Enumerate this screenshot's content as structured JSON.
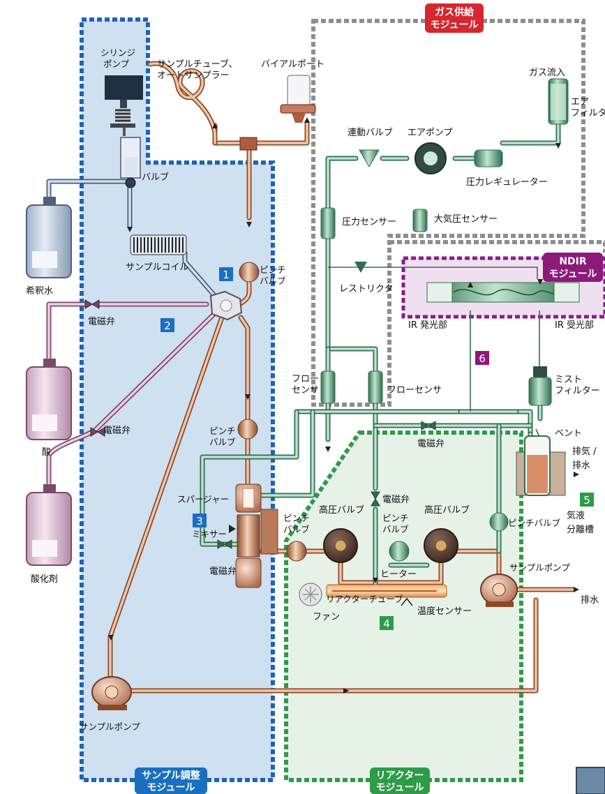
{
  "modules": {
    "sample_prep": "サンプル調整\nモジュール",
    "reactor": "リアクター\nモジュール",
    "gas_supply": "ガス供給\nモジュール",
    "ndir": "NDIR\nモジュール"
  },
  "numbers": [
    "1",
    "2",
    "3",
    "4",
    "5",
    "6"
  ],
  "labels": {
    "syringe_pump": "シリンジ\nポンプ",
    "sample_tube": "サンプルチューブ、\nオートサンプラー",
    "vial_port": "バイアルポート",
    "valve": "バルブ",
    "dilution_water": "希釈水",
    "sample_coil": "サンプルコイル",
    "pinch_valve_1": "ピンチ\nバルブ",
    "solenoid_1": "電磁弁",
    "acid": "酸",
    "solenoid_2": "電磁弁",
    "oxidizer": "酸化剤",
    "pinch_valve_2": "ピンチ\nバルブ",
    "sparger": "スパージャー",
    "mixer": "ミキサー",
    "solenoid_3": "電磁弁",
    "sample_pump_left": "サンプルポンプ",
    "gas_inlet": "ガス流入",
    "air_filter": "エア\nフィルター",
    "linked_valve": "連動バルブ",
    "air_pump": "エアポンプ",
    "pressure_regulator": "圧力レギュレーター",
    "pressure_sensor": "圧力センサー",
    "atm_sensor": "大気圧センサー",
    "restrictor": "レストリクタ",
    "ir_emitter": "IR 発光部",
    "ir_receiver": "IR 受光部",
    "flow_sensor_1": "フロー\nセンサ",
    "flow_sensor_2": "フローセンサ",
    "mist_filter": "ミスト\nフィルター",
    "vent": "ベント",
    "exhaust": "排気 /\n排水",
    "solenoid_4": "電磁弁",
    "solenoid_5": "電磁弁",
    "separator": "気液\n分離槽",
    "pinch_valve_3": "ピンチバルブ",
    "pinch_valve_4": "ピンチ\nバルブ",
    "hp_valve_1": "高圧バルブ",
    "pinch_valve_5": "ピンチ\nバルブ",
    "hp_valve_2": "高圧バルブ",
    "heater": "ヒーター",
    "reactor_tube": "リアクターチューブ",
    "temp_sensor": "温度センサー",
    "fan": "ファン",
    "sample_pump_right": "サンプルポンプ",
    "drain": "排水"
  },
  "colors": {
    "sample_prep_bg": "#cfe0f1",
    "sample_prep_border": "#1f63b5",
    "reactor_bg": "#e6f1e8",
    "reactor_border": "#2e9b48",
    "gas_border": "#8e8e8e",
    "gas_badge": "#d6262e",
    "ndir_bg": "#f0dff0",
    "ndir_border": "#8c1a8c",
    "ndir_badge": "#8c1a7a",
    "num_blue": "#1a6fc0",
    "num_green": "#2e9b48",
    "num_purple": "#8c1a7a"
  }
}
